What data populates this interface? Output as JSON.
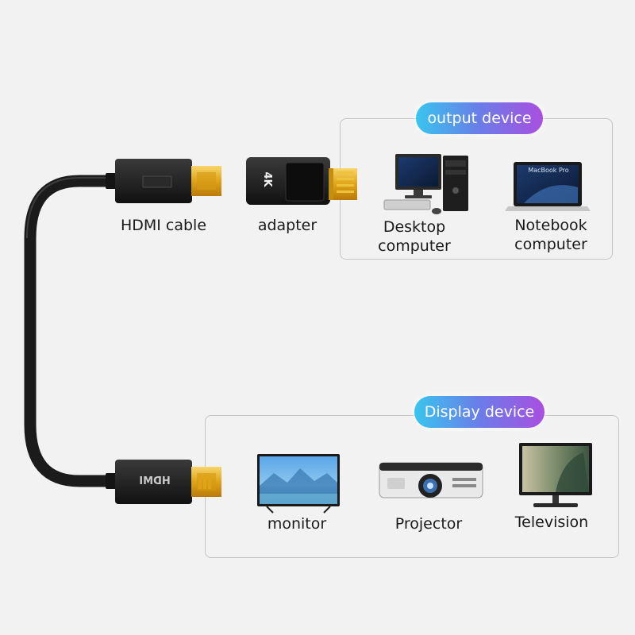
{
  "output_device": {
    "title": "output device",
    "items": [
      {
        "icon": "desktop-computer-icon",
        "line1": "Desktop",
        "line2": "computer"
      },
      {
        "icon": "notebook-computer-icon",
        "line1": "Notebook",
        "line2": "computer"
      }
    ]
  },
  "display_device": {
    "title": "Display device",
    "items": [
      {
        "icon": "monitor-icon",
        "label": "monitor"
      },
      {
        "icon": "projector-icon",
        "label": "Projector"
      },
      {
        "icon": "television-icon",
        "label": "Television"
      }
    ]
  },
  "cable": {
    "label": "HDMI cable",
    "plug_text": "HDMI"
  },
  "adapter": {
    "label": "adapter",
    "badge": "4K"
  },
  "laptop_screen_text": "MacBook Pro",
  "colors": {
    "gradient_start": "#39c5ee",
    "gradient_mid": "#6a7de8",
    "gradient_end": "#a94fe0",
    "gold": "#e0a317",
    "cable": "#1b1b1b"
  }
}
